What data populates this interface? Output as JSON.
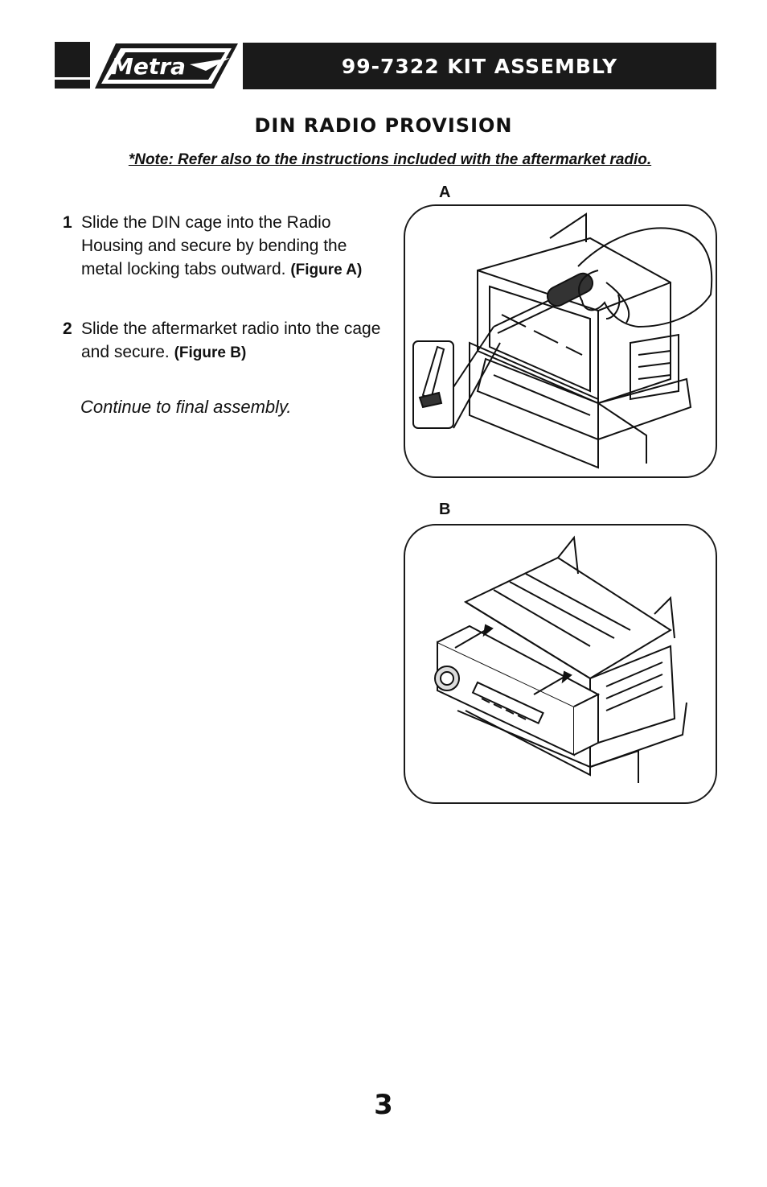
{
  "header": {
    "logo_text": "Metra",
    "title": "99-7322 KIT ASSEMBLY"
  },
  "section": {
    "title": "DIN RADIO PROVISION",
    "note": "*Note: Refer also to the instructions included with the aftermarket radio."
  },
  "steps": [
    {
      "number": "1",
      "text": "Slide the DIN cage into the Radio Housing and secure by bending the metal locking tabs outward.",
      "ref": "(Figure A)"
    },
    {
      "number": "2",
      "text": "Slide the aftermarket radio into the cage and secure.",
      "ref": "(Figure B)"
    }
  ],
  "continue_text": "Continue to final assembly.",
  "figures": {
    "a_label": "A",
    "b_label": "B"
  },
  "page_number": "3"
}
